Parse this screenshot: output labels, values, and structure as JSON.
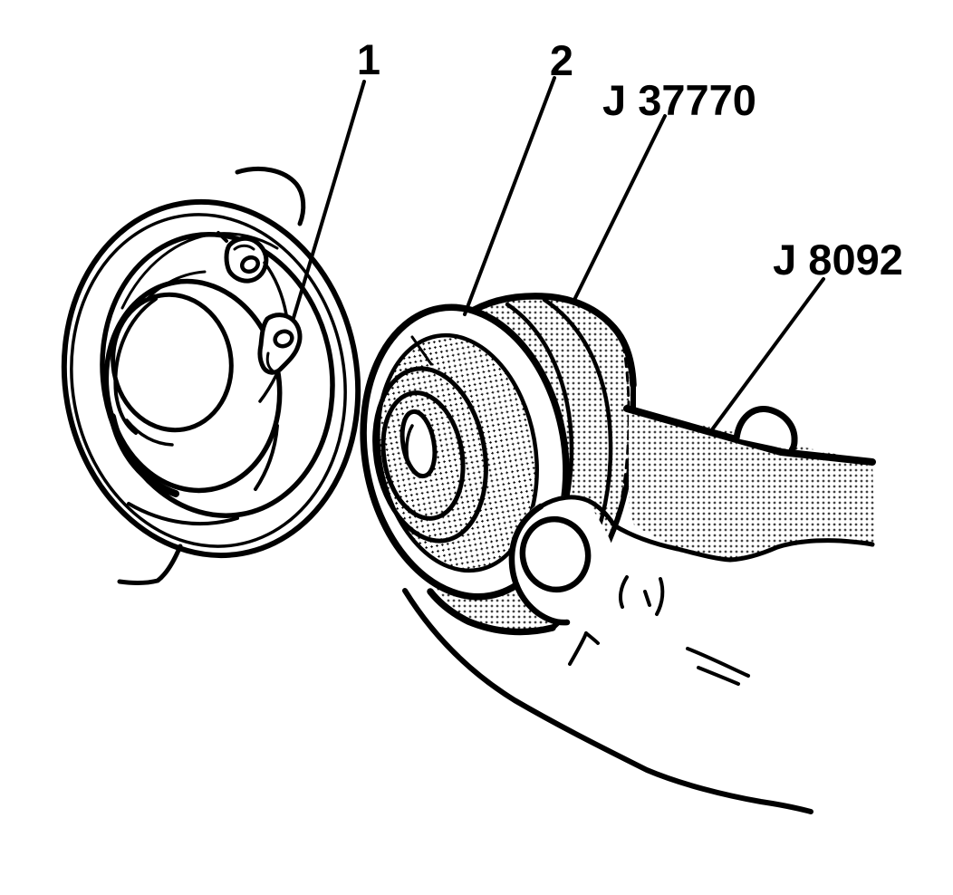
{
  "diagram": {
    "background": "#ffffff",
    "line_color": "#000000",
    "callouts": {
      "item_1": "1",
      "item_2": "2",
      "installer_tool": "J 37770",
      "driver_handle": "J 8092"
    }
  }
}
